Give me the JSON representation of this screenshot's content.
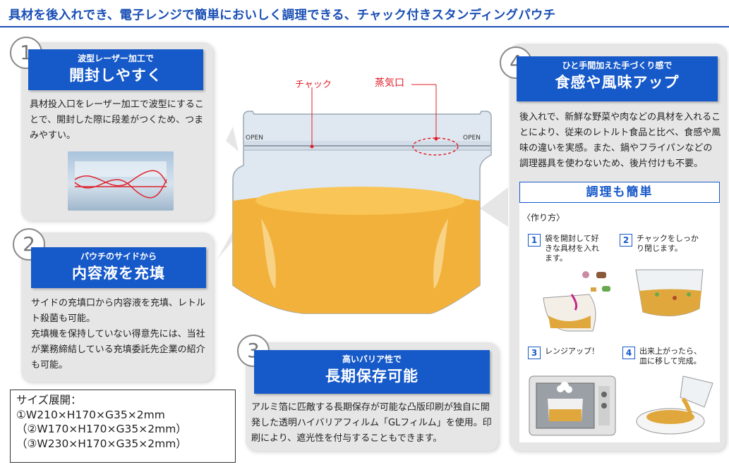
{
  "title": "具材を後入れでき、電子レンジで簡単においしく調理できる、チャック付きスタンディングパウチ",
  "callouts": {
    "zipper": "チャック",
    "steam": "蒸気口",
    "open_left": "OPEN",
    "open_right": "OPEN"
  },
  "feature1": {
    "num": "1",
    "sub": "波型レーザー加工で",
    "main": "開封しやすく",
    "text": "具材投入口をレーザー加工で波型にすることで、開封した際に段差がつくため、つまみやすい。"
  },
  "feature2": {
    "num": "2",
    "sub": "パウチのサイドから",
    "main": "内容液を充填",
    "text1": "サイドの充填口から内容液を充填、レトルト殺菌も可能。",
    "text2": "充填機を保持していない得意先には、当社が業務締結している充填委託先企業の紹介も可能。"
  },
  "feature3": {
    "num": "3",
    "sub": "高いバリア性で",
    "main": "長期保存可能",
    "text": "アルミ箔に匹敵する長期保存が可能な凸版印刷が独自に開発した透明ハイバリアフィルム「GLフィルム」を使用。印刷により、遮光性を付与することもできます。"
  },
  "feature4": {
    "num": "4",
    "sub": "ひと手間加えた手づくり感で",
    "main": "食感や風味アップ",
    "text": "後入れで、新鮮な野菜や肉などの具材を入れることにより、従来のレトルト食品と比べ、食感や風味の違いを実感。また、鍋やフライパンなどの調理器具を使わないため、後片付けも不要。",
    "easy_title": "調理も簡単",
    "howto": "〈作り方〉",
    "steps": [
      {
        "n": "1",
        "text": "袋を開封して好きな具材を入れます。"
      },
      {
        "n": "2",
        "text": "チャックをしっかり閉じます。"
      },
      {
        "n": "3",
        "text": "レンジアップ！"
      },
      {
        "n": "4",
        "text": "出来上がったら、皿に移して完成。"
      }
    ]
  },
  "sizes": {
    "heading": "サイズ展開：",
    "line1": "①W210×H170×G35×2mm",
    "line2": "（②W170×H170×G35×2mm）",
    "line3": "（③W230×H170×G35×2mm）"
  }
}
